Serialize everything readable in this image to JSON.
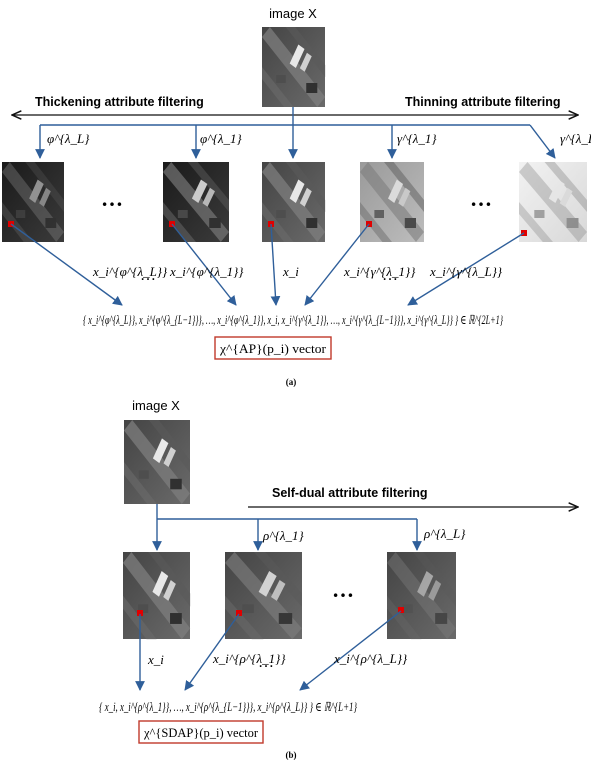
{
  "colors": {
    "arrow": "#2f5f9a",
    "pixel_marker": "#e00000",
    "vector_box": "#c0392b"
  },
  "panel_a": {
    "image_label": "image X",
    "thickening_label": "Thickening attribute filtering",
    "thinning_label": "Thinning attribute filtering",
    "ellipsis": "…",
    "filter_labels": [
      "φ^{λ_L}",
      "φ^{λ_1}",
      "γ^{λ_1}",
      "γ^{λ_L}"
    ],
    "pixel_labels": [
      "x_i^{φ^{λ_L}}",
      "x_i^{φ^{λ_1}}",
      "x_i",
      "x_i^{γ^{λ_1}}",
      "x_i^{γ^{λ_L}}"
    ],
    "profile_set": "{ x_i^{φ^{λ_L}}, x_i^{φ^{λ_{L−1}}}, …, x_i^{φ^{λ_1}}, x_i, x_i^{γ^{λ_1}}, …, x_i^{γ^{λ_{L−1}}}, x_i^{γ^{λ_L}} } ∈ ℝ^{2L+1}",
    "vector_label": "χ^{AP}(p_i) vector",
    "caption": "(a)"
  },
  "panel_b": {
    "image_label": "image X",
    "selfdual_label": "Self-dual attribute filtering",
    "ellipsis": "…",
    "filter_labels": [
      "ρ^{λ_1}",
      "ρ^{λ_L}"
    ],
    "pixel_labels": [
      "x_i",
      "x_i^{ρ^{λ_1}}",
      "x_i^{ρ^{λ_L}}"
    ],
    "profile_set": "{ x_i, x_i^{ρ^{λ_1}}, …, x_i^{ρ^{λ_{L−1}}}, x_i^{ρ^{λ_L}} } ∈ ℝ^{L+1}",
    "vector_label": "χ^{SDAP}(p_i) vector",
    "caption": "(b)"
  }
}
